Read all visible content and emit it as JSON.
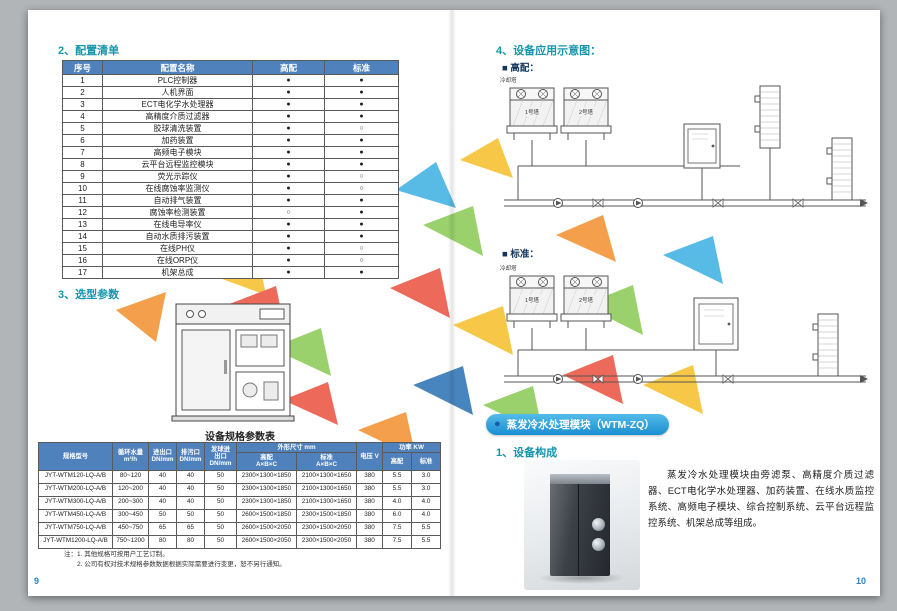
{
  "colors": {
    "accent_teal": "#1695ac",
    "table_header_blue": "#4f81bd",
    "banner_blue": "#2aa3dc",
    "page_number_blue": "#2e7fc1"
  },
  "left": {
    "section2_title": "2、配置清单",
    "config_table": {
      "headers": [
        "序号",
        "配置名称",
        "高配",
        "标准"
      ],
      "rows": [
        {
          "no": "1",
          "name": "PLC控制器",
          "high": "●",
          "std": "●"
        },
        {
          "no": "2",
          "name": "人机界面",
          "high": "●",
          "std": "●"
        },
        {
          "no": "3",
          "name": "ECT电化学水处理器",
          "high": "●",
          "std": "●"
        },
        {
          "no": "4",
          "name": "高精度介质过滤器",
          "high": "●",
          "std": "●"
        },
        {
          "no": "5",
          "name": "胶球清洗装置",
          "high": "●",
          "std": "○"
        },
        {
          "no": "6",
          "name": "加药装置",
          "high": "●",
          "std": "●"
        },
        {
          "no": "7",
          "name": "高频电子模块",
          "high": "●",
          "std": "●"
        },
        {
          "no": "8",
          "name": "云平台远程监控模块",
          "high": "●",
          "std": "●"
        },
        {
          "no": "9",
          "name": "荧光示踪仪",
          "high": "●",
          "std": "○"
        },
        {
          "no": "10",
          "name": "在线腐蚀率监测仪",
          "high": "●",
          "std": "○"
        },
        {
          "no": "11",
          "name": "自动排气装置",
          "high": "●",
          "std": "●"
        },
        {
          "no": "12",
          "name": "腐蚀率检测装置",
          "high": "○",
          "std": "●"
        },
        {
          "no": "13",
          "name": "在线电导率仪",
          "high": "●",
          "std": "●"
        },
        {
          "no": "14",
          "name": "自动水质排污装置",
          "high": "●",
          "std": "●"
        },
        {
          "no": "15",
          "name": "在线PH仪",
          "high": "●",
          "std": "○"
        },
        {
          "no": "16",
          "name": "在线ORP仪",
          "high": "●",
          "std": "○"
        },
        {
          "no": "17",
          "name": "机架总成",
          "high": "●",
          "std": "●"
        }
      ]
    },
    "section3_title": "3、选型参数",
    "spec_table_title": "设备规格参数表",
    "spec_table": {
      "h_model": "规格型号",
      "h_flow": "循环水量\nm³/h",
      "h_inlet": "进出口\nDN/mm",
      "h_drain": "排污口\nDN/mm",
      "h_ball": "发球进\n出口\nDN/mm",
      "h_dim": "外形尺寸  mm",
      "h_dim_high": "高配\nA×B×C",
      "h_dim_std": "标准\nA×B×C",
      "h_volt": "电压  V",
      "h_power": "功率  KW",
      "h_pow_high": "高配",
      "h_pow_std": "标准",
      "rows": [
        {
          "model": "JYT-WTM120-LQ-A/B",
          "flow": "80~120",
          "inlet": "40",
          "drain": "40",
          "ball": "50",
          "dim_high": "2300×1300×1850",
          "dim_std": "2100×1300×1650",
          "volt": "380",
          "pow_high": "5.5",
          "pow_std": "3.0"
        },
        {
          "model": "JYT-WTM200-LQ-A/B",
          "flow": "120~200",
          "inlet": "40",
          "drain": "40",
          "ball": "50",
          "dim_high": "2300×1300×1850",
          "dim_std": "2100×1300×1650",
          "volt": "380",
          "pow_high": "5.5",
          "pow_std": "3.0"
        },
        {
          "model": "JYT-WTM300-LQ-A/B",
          "flow": "200~300",
          "inlet": "40",
          "drain": "40",
          "ball": "50",
          "dim_high": "2300×1300×1850",
          "dim_std": "2100×1300×1650",
          "volt": "380",
          "pow_high": "4.0",
          "pow_std": "4.0"
        },
        {
          "model": "JYT-WTM450-LQ-A/B",
          "flow": "300~450",
          "inlet": "50",
          "drain": "50",
          "ball": "50",
          "dim_high": "2600×1500×1850",
          "dim_std": "2300×1500×1850",
          "volt": "380",
          "pow_high": "6.0",
          "pow_std": "4.0"
        },
        {
          "model": "JYT-WTM750-LQ-A/B",
          "flow": "450~750",
          "inlet": "65",
          "drain": "65",
          "ball": "50",
          "dim_high": "2600×1500×2050",
          "dim_std": "2300×1500×2050",
          "volt": "380",
          "pow_high": "7.5",
          "pow_std": "5.5"
        },
        {
          "model": "JYT-WTM1200-LQ-A/B",
          "flow": "750~1200",
          "inlet": "80",
          "drain": "80",
          "ball": "50",
          "dim_high": "2600×1500×2050",
          "dim_std": "2300×1500×2050",
          "volt": "380",
          "pow_high": "7.5",
          "pow_std": "5.5"
        }
      ]
    },
    "notes": [
      "注：1. 其他规格可按用户工艺订制。",
      "2. 公司有权对技术规格参数数据根据实际需要进行变更，恕不另行通知。"
    ],
    "page_number": "9"
  },
  "right": {
    "section4_title": "4、设备应用示意图：",
    "high_label": "■ 高配：",
    "std_label": "■ 标准：",
    "diagram_labels": {
      "cooling_tower": "冷却塔",
      "tower1": "1号塔",
      "tower2": "2号塔"
    },
    "banner": {
      "bullet": "●",
      "title": "蒸发冷水处理模块（WTM-ZQ）"
    },
    "section1_title": "1、设备构成",
    "description": "蒸发冷水处理模块由旁滤泵、高精度介质过滤器、ECT电化学水处理器、加药装置、在线水质监控系统、高频电子模块、综合控制系统、云平台远程监控系统、机架总成等组成。",
    "page_number": "10"
  }
}
